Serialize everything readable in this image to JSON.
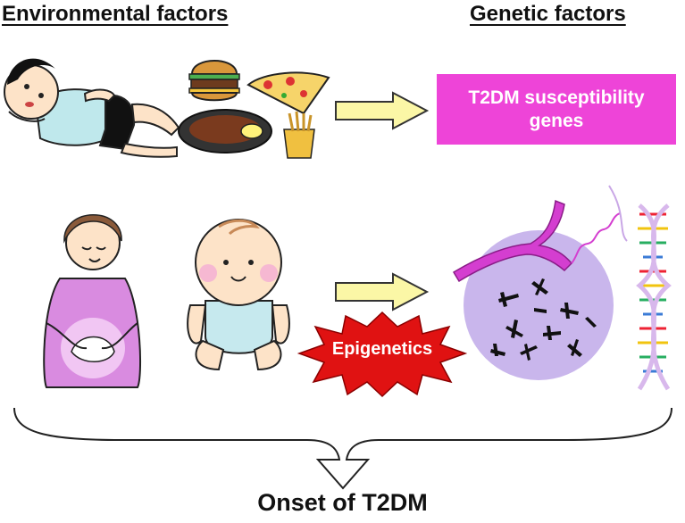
{
  "headings": {
    "environmental": "Environmental factors",
    "genetic": "Genetic factors"
  },
  "gene_box": {
    "line1": "T2DM susceptibility",
    "line2": "genes",
    "color": "#ee44d8"
  },
  "epigenetics": {
    "label": "Epigenetics",
    "color": "#e01212"
  },
  "outcome": {
    "label": "Onset of T2DM"
  },
  "colors": {
    "arrow_fill": "#fbf7a6",
    "arrow_stroke": "#333333",
    "nucleus": "#c9b6ec",
    "chromosome_pink": "#d43ed0",
    "apron": "#d98be0",
    "baby_outfit": "#c6e9ee"
  },
  "icons": {
    "man": "lying-man-illustration",
    "food": "junk-food-illustration",
    "mother": "pregnant-woman-illustration",
    "baby": "baby-illustration",
    "chromosome": "chromosome-illustration",
    "dna": "dna-helix-illustration"
  }
}
